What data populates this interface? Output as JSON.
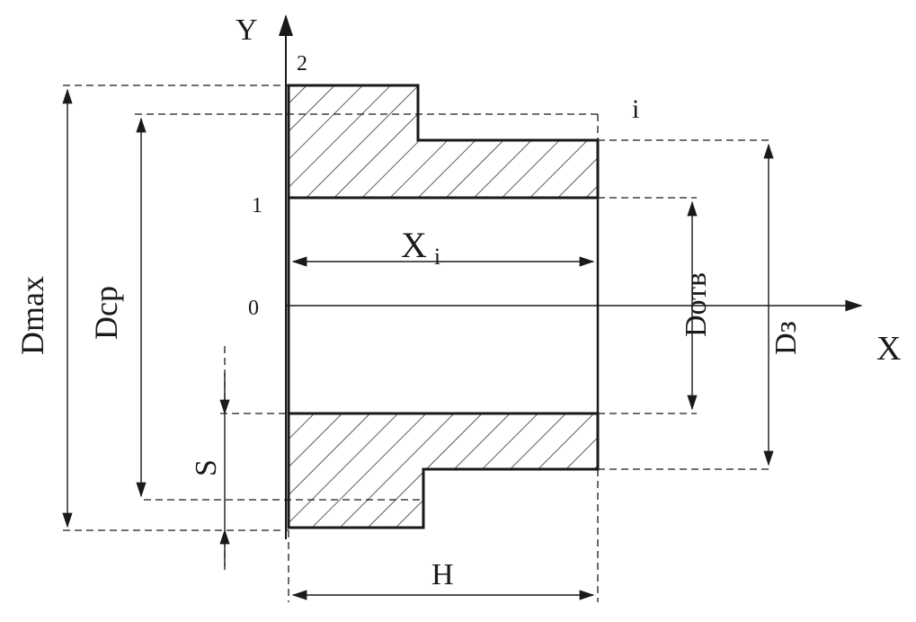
{
  "labels": {
    "y_axis": "Y",
    "x_axis": "X",
    "point_2": "2",
    "point_1": "1",
    "point_0": "0",
    "i": "i",
    "xi": "X",
    "xi_sub": "i",
    "dmax": "Dmax",
    "dcp": "Dcp",
    "dots": "Dотв",
    "dz": "Dз",
    "s": "S",
    "h": "H"
  },
  "colors": {
    "ink": "#1a1a1a",
    "hatch": "#333333",
    "background": "#ffffff"
  }
}
